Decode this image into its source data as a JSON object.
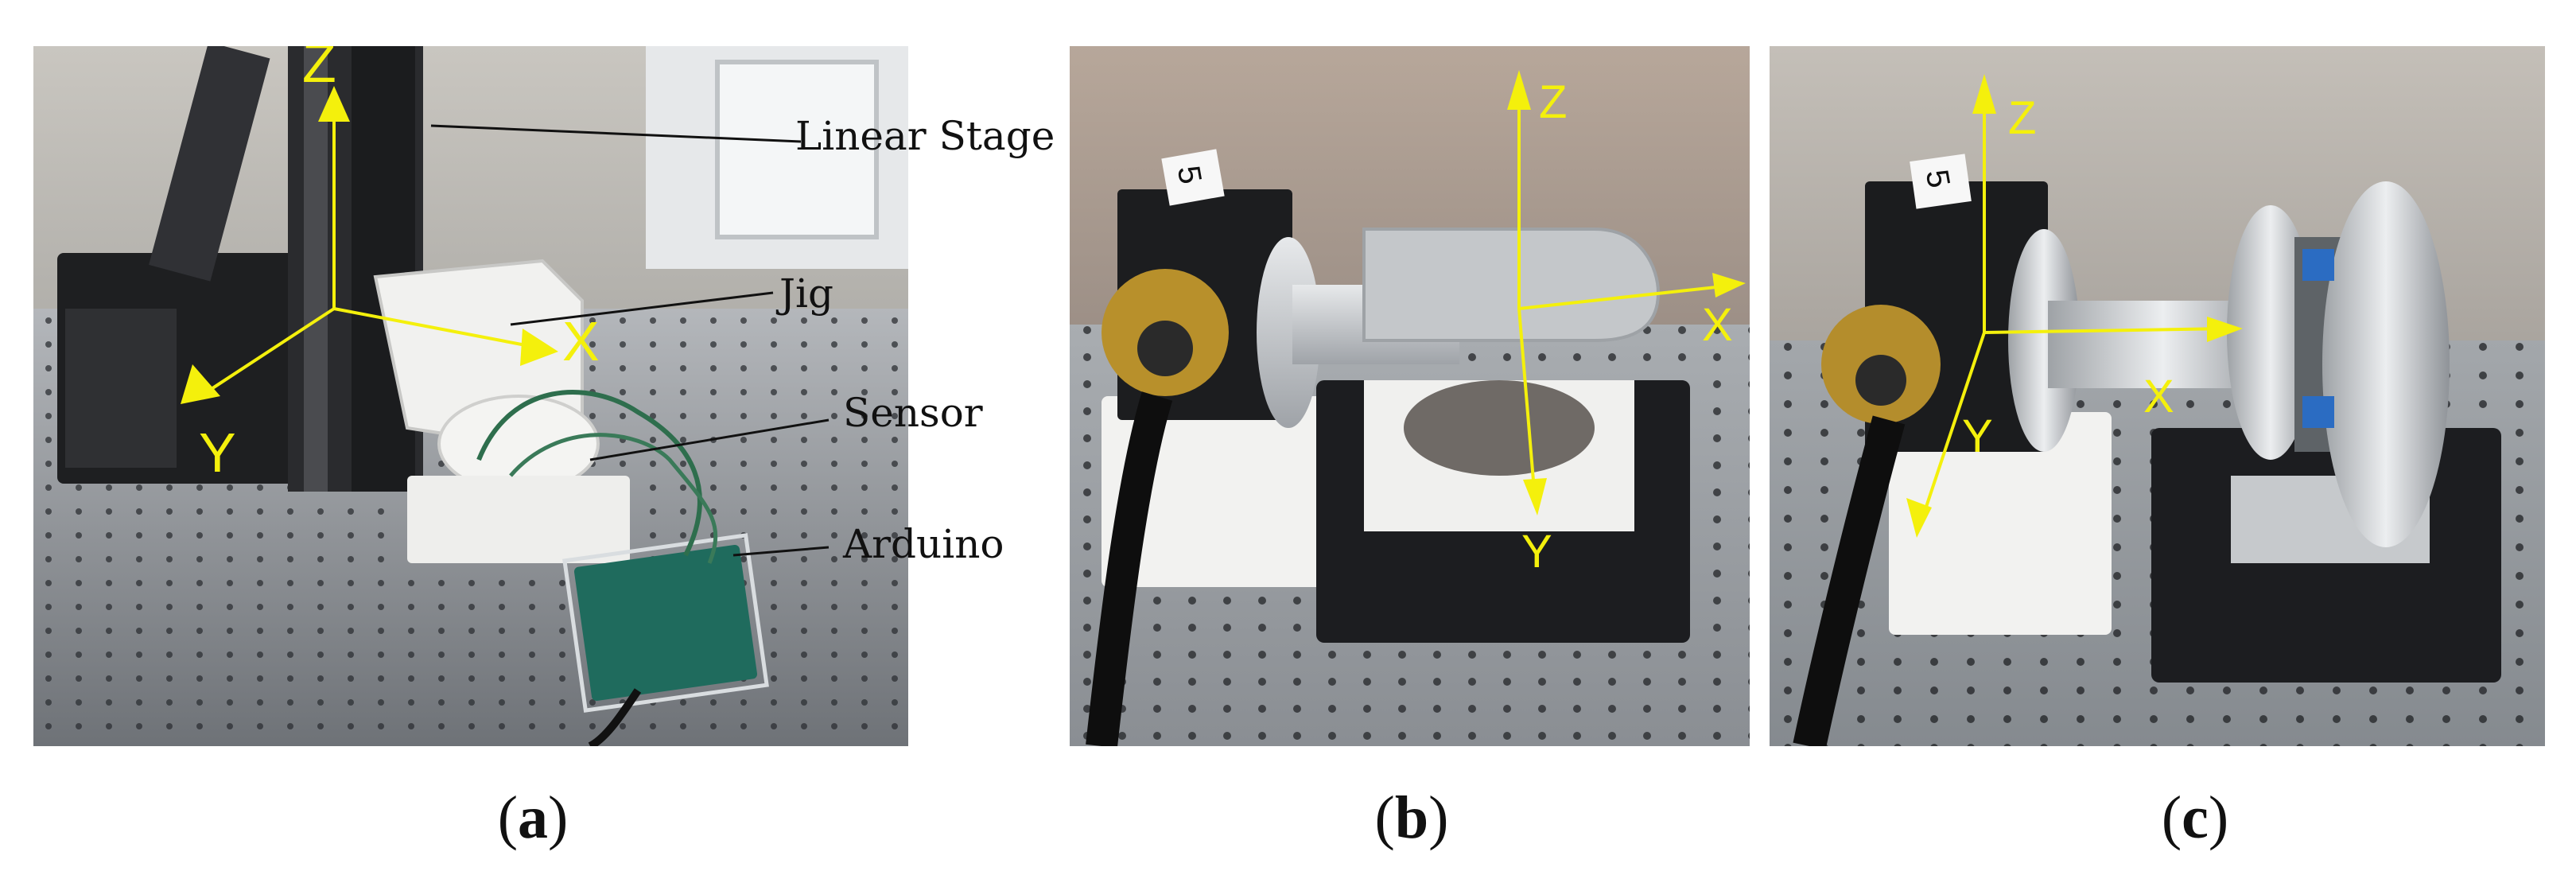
{
  "panels": [
    {
      "id": "a",
      "caption": "a",
      "axes": {
        "x": "X",
        "y": "Y",
        "z": "Z"
      },
      "callouts": [
        "Linear Stage",
        "Jig",
        "Sensor",
        "Arduino"
      ],
      "device_label": ""
    },
    {
      "id": "b",
      "caption": "b",
      "axes": {
        "x": "X",
        "y": "Y",
        "z": "Z"
      },
      "device_label": "5"
    },
    {
      "id": "c",
      "caption": "c",
      "axes": {
        "x": "X",
        "y": "Y",
        "z": "Z"
      },
      "device_label": "5"
    }
  ],
  "colors": {
    "axis": "#f4f00c",
    "table": "#8f949b",
    "background": "#ffffff"
  }
}
